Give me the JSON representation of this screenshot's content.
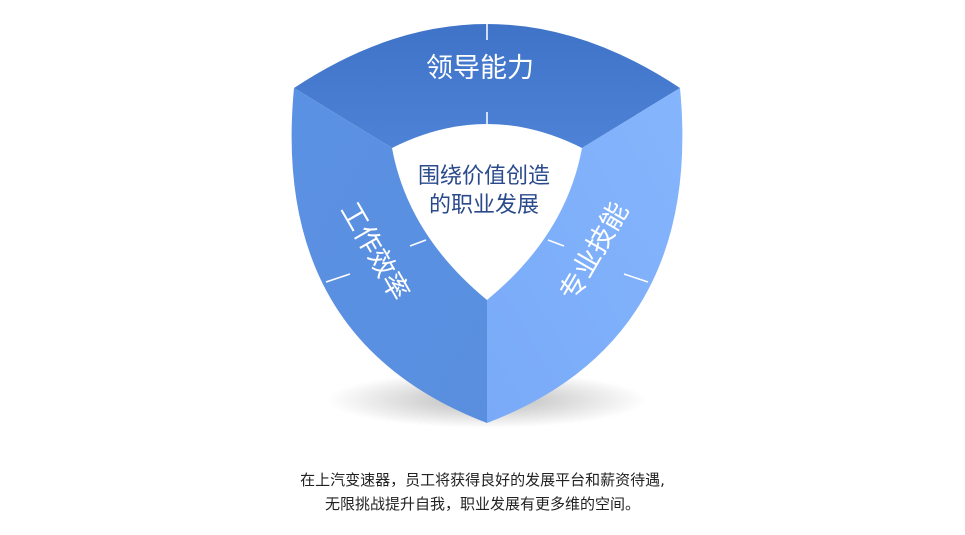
{
  "diagram": {
    "segments": [
      {
        "id": "top",
        "label": "领导能力",
        "color": "#4a7fd3"
      },
      {
        "id": "left",
        "label": "工作效率",
        "color": "#5b8fe0"
      },
      {
        "id": "right",
        "label": "专业技能",
        "color": "#7fb0fb"
      }
    ],
    "center": {
      "line1": "围绕价值创造",
      "line2": "的职业发展"
    }
  },
  "caption": {
    "line1": "在上汽变速器，员工将获得良好的发展平台和薪资待遇,",
    "line2": "无限挑战提升自我，职业发展有更多维的空间。"
  }
}
